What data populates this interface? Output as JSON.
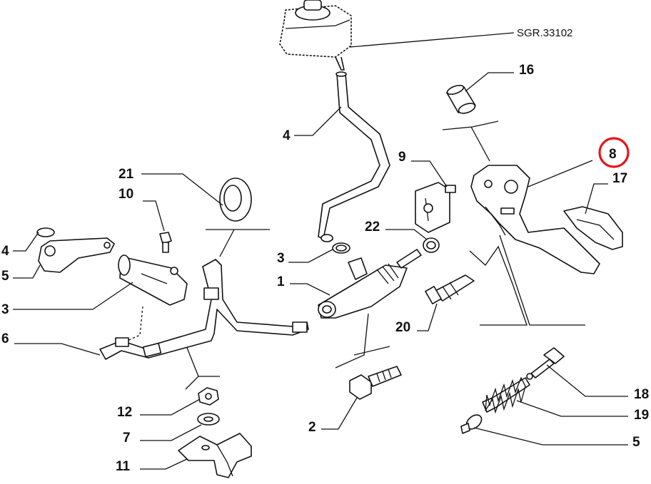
{
  "diagram": {
    "reference": "SGR.33102",
    "highlight_color": "#e8141a",
    "highlighted_label": "8",
    "labels": {
      "l4_top": "4",
      "l16": "16",
      "l8": "8",
      "l17": "17",
      "l9": "9",
      "l21": "21",
      "l10": "10",
      "l4_left": "4",
      "l5_left": "5",
      "l3_left": "3",
      "l22": "22",
      "l3_mid": "3",
      "l1": "1",
      "l20": "20",
      "l6": "6",
      "l12": "12",
      "l2": "2",
      "l7": "7",
      "l11": "11",
      "l18": "18",
      "l19": "19",
      "l5_right": "5"
    }
  }
}
